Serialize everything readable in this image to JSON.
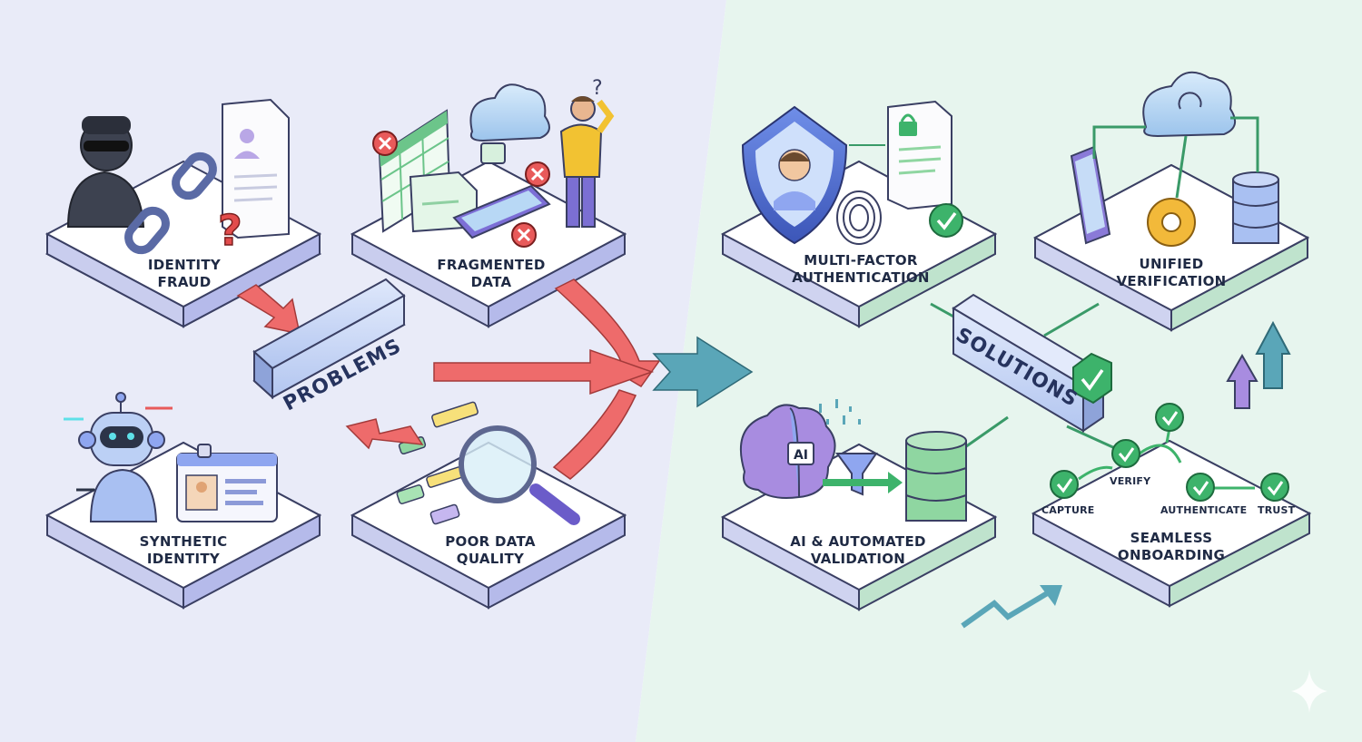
{
  "hub_problems": "PROBLEMS",
  "hub_solutions": "SOLUTIONS",
  "problems": [
    {
      "line1": "IDENTITY",
      "line2": "FRAUD"
    },
    {
      "line1": "FRAGMENTED",
      "line2": "DATA"
    },
    {
      "line1": "SYNTHETIC",
      "line2": "IDENTITY"
    },
    {
      "line1": "POOR DATA",
      "line2": "QUALITY"
    }
  ],
  "solutions": [
    {
      "line1": "MULTI-FACTOR",
      "line2": "AUTHENTICATION"
    },
    {
      "line1": "UNIFIED",
      "line2": "VERIFICATION"
    },
    {
      "line1": "AI & AUTOMATED",
      "line2": "VALIDATION"
    },
    {
      "line1": "SEAMLESS",
      "line2": "ONBOARDING"
    }
  ],
  "onboarding_steps": [
    "CAPTURE",
    "VERIFY",
    "AUTHENTICATE",
    "TRUST"
  ],
  "ai_badge": "AI",
  "colors": {
    "problem_bg": "#e9ebf8",
    "solution_bg": "#e7f5ee",
    "problem_arrow": "#ee6b6b",
    "solution_arrow": "#5aa6b8",
    "check_green": "#3db36b",
    "platform_top": "#ffffff",
    "platform_side": "#c9cdee",
    "hub_fill": "#cfdcf7"
  }
}
